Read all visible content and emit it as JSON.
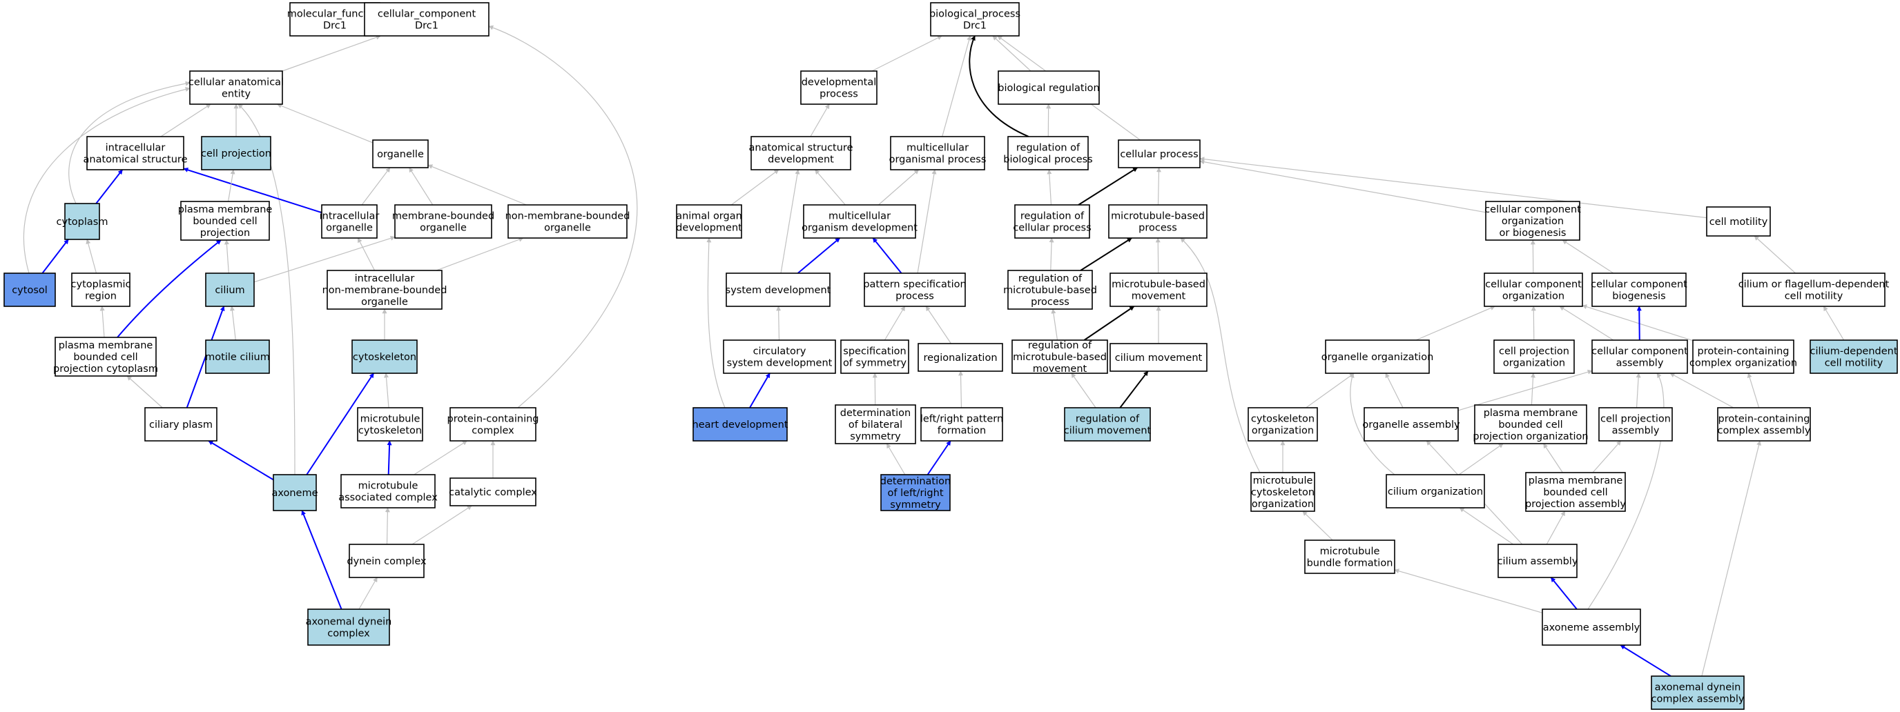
{
  "palette": {
    "default_fill": "#ffffff",
    "light_blue": "#add8e6",
    "blue": "#6495ed",
    "edge_grey": "#c0c0c0",
    "edge_blue": "#0000ff",
    "edge_black": "#000000"
  },
  "nodes": [
    {
      "id": "mf",
      "lines": [
        "molecular_function",
        "Drc1"
      ],
      "fill": "white"
    },
    {
      "id": "cc",
      "lines": [
        "cellular_component",
        "Drc1"
      ],
      "fill": "white"
    },
    {
      "id": "bp",
      "lines": [
        "biological_process",
        "Drc1"
      ],
      "fill": "white"
    },
    {
      "id": "cae",
      "lines": [
        "cellular anatomical",
        "entity"
      ],
      "fill": "white"
    },
    {
      "id": "ias",
      "lines": [
        "intracellular",
        "anatomical structure"
      ],
      "fill": "white"
    },
    {
      "id": "cproj",
      "lines": [
        "cell projection"
      ],
      "fill": "light_blue"
    },
    {
      "id": "organelle",
      "lines": [
        "organelle"
      ],
      "fill": "white"
    },
    {
      "id": "cytoplasm",
      "lines": [
        "cytoplasm"
      ],
      "fill": "light_blue"
    },
    {
      "id": "pmbcp",
      "lines": [
        "plasma membrane",
        "bounded cell",
        "projection"
      ],
      "fill": "white"
    },
    {
      "id": "intorg",
      "lines": [
        "intracellular",
        "organelle"
      ],
      "fill": "white"
    },
    {
      "id": "mbo",
      "lines": [
        "membrane-bounded",
        "organelle"
      ],
      "fill": "white"
    },
    {
      "id": "nmbo",
      "lines": [
        "non-membrane-bounded",
        "organelle"
      ],
      "fill": "white"
    },
    {
      "id": "cytosol",
      "lines": [
        "cytosol"
      ],
      "fill": "blue"
    },
    {
      "id": "cytreg",
      "lines": [
        "cytoplasmic",
        "region"
      ],
      "fill": "white"
    },
    {
      "id": "cilium",
      "lines": [
        "cilium"
      ],
      "fill": "light_blue"
    },
    {
      "id": "inmbo",
      "lines": [
        "intracellular",
        "non-membrane-bounded",
        "organelle"
      ],
      "fill": "white"
    },
    {
      "id": "pmbcpc",
      "lines": [
        "plasma membrane",
        "bounded cell",
        "projection cytoplasm"
      ],
      "fill": "white"
    },
    {
      "id": "motcil",
      "lines": [
        "motile cilium"
      ],
      "fill": "light_blue"
    },
    {
      "id": "cytosk",
      "lines": [
        "cytoskeleton"
      ],
      "fill": "light_blue"
    },
    {
      "id": "cilplasm",
      "lines": [
        "ciliary plasm"
      ],
      "fill": "white"
    },
    {
      "id": "mtcsk",
      "lines": [
        "microtubule",
        "cytoskeleton"
      ],
      "fill": "white"
    },
    {
      "id": "pcc",
      "lines": [
        "protein-containing",
        "complex"
      ],
      "fill": "white"
    },
    {
      "id": "axoneme",
      "lines": [
        "axoneme"
      ],
      "fill": "light_blue"
    },
    {
      "id": "mac",
      "lines": [
        "microtubule",
        "associated complex"
      ],
      "fill": "white"
    },
    {
      "id": "catc",
      "lines": [
        "catalytic complex"
      ],
      "fill": "white"
    },
    {
      "id": "dync",
      "lines": [
        "dynein complex"
      ],
      "fill": "white"
    },
    {
      "id": "adc",
      "lines": [
        "axonemal dynein",
        "complex"
      ],
      "fill": "light_blue"
    },
    {
      "id": "devp",
      "lines": [
        "developmental",
        "process"
      ],
      "fill": "white"
    },
    {
      "id": "bioreg",
      "lines": [
        "biological regulation"
      ],
      "fill": "white"
    },
    {
      "id": "asd",
      "lines": [
        "anatomical structure",
        "development"
      ],
      "fill": "white"
    },
    {
      "id": "mop",
      "lines": [
        "multicellular",
        "organismal process"
      ],
      "fill": "white"
    },
    {
      "id": "rbp",
      "lines": [
        "regulation of",
        "biological process"
      ],
      "fill": "white"
    },
    {
      "id": "cellp",
      "lines": [
        "cellular process"
      ],
      "fill": "white"
    },
    {
      "id": "aod",
      "lines": [
        "animal organ",
        "development"
      ],
      "fill": "white"
    },
    {
      "id": "mod",
      "lines": [
        "multicellular",
        "organism development"
      ],
      "fill": "white"
    },
    {
      "id": "rcp",
      "lines": [
        "regulation of",
        "cellular process"
      ],
      "fill": "white"
    },
    {
      "id": "mbp",
      "lines": [
        "microtubule-based",
        "process"
      ],
      "fill": "white"
    },
    {
      "id": "ccob",
      "lines": [
        "cellular component",
        "organization",
        "or biogenesis"
      ],
      "fill": "white"
    },
    {
      "id": "cmot",
      "lines": [
        "cell motility"
      ],
      "fill": "white"
    },
    {
      "id": "sysdev",
      "lines": [
        "system development"
      ],
      "fill": "white"
    },
    {
      "id": "psp",
      "lines": [
        "pattern specification",
        "process"
      ],
      "fill": "white"
    },
    {
      "id": "rmbp",
      "lines": [
        "regulation of",
        "microtubule-based",
        "process"
      ],
      "fill": "white"
    },
    {
      "id": "mbm",
      "lines": [
        "microtubule-based",
        "movement"
      ],
      "fill": "white"
    },
    {
      "id": "cco",
      "lines": [
        "cellular component",
        "organization"
      ],
      "fill": "white"
    },
    {
      "id": "ccb",
      "lines": [
        "cellular component",
        "biogenesis"
      ],
      "fill": "white"
    },
    {
      "id": "cfdcm",
      "lines": [
        "cilium or flagellum-dependent",
        "cell motility"
      ],
      "fill": "white"
    },
    {
      "id": "csd",
      "lines": [
        "circulatory",
        "system development"
      ],
      "fill": "white"
    },
    {
      "id": "specsym",
      "lines": [
        "specification",
        "of symmetry"
      ],
      "fill": "white"
    },
    {
      "id": "regionalization",
      "lines": [
        "regionalization"
      ],
      "fill": "white"
    },
    {
      "id": "rmbm",
      "lines": [
        "regulation of",
        "microtubule-based",
        "movement"
      ],
      "fill": "white"
    },
    {
      "id": "cilmov",
      "lines": [
        "cilium movement"
      ],
      "fill": "white"
    },
    {
      "id": "orgorg",
      "lines": [
        "organelle organization"
      ],
      "fill": "white"
    },
    {
      "id": "cpo",
      "lines": [
        "cell projection",
        "organization"
      ],
      "fill": "white"
    },
    {
      "id": "cca",
      "lines": [
        "cellular component",
        "assembly"
      ],
      "fill": "white"
    },
    {
      "id": "pcco",
      "lines": [
        "protein-containing",
        "complex organization"
      ],
      "fill": "white"
    },
    {
      "id": "cdcm",
      "lines": [
        "cilium-dependent",
        "cell motility"
      ],
      "fill": "light_blue"
    },
    {
      "id": "heartdev",
      "lines": [
        "heart development"
      ],
      "fill": "blue"
    },
    {
      "id": "dbs",
      "lines": [
        "determination",
        "of bilateral",
        "symmetry"
      ],
      "fill": "white"
    },
    {
      "id": "lrpf",
      "lines": [
        "left/right pattern",
        "formation"
      ],
      "fill": "white"
    },
    {
      "id": "rcm",
      "lines": [
        "regulation of",
        "cilium movement"
      ],
      "fill": "light_blue"
    },
    {
      "id": "cskorg",
      "lines": [
        "cytoskeleton",
        "organization"
      ],
      "fill": "white"
    },
    {
      "id": "orgasm",
      "lines": [
        "organelle assembly"
      ],
      "fill": "white"
    },
    {
      "id": "pmbcpo",
      "lines": [
        "plasma membrane",
        "bounded cell",
        "projection organization"
      ],
      "fill": "white"
    },
    {
      "id": "cpa",
      "lines": [
        "cell projection",
        "assembly"
      ],
      "fill": "white"
    },
    {
      "id": "pcca",
      "lines": [
        "protein-containing",
        "complex assembly"
      ],
      "fill": "white"
    },
    {
      "id": "dlrs",
      "lines": [
        "determination",
        "of left/right",
        "symmetry"
      ],
      "fill": "blue"
    },
    {
      "id": "mtcsko",
      "lines": [
        "microtubule",
        "cytoskeleton",
        "organization"
      ],
      "fill": "white"
    },
    {
      "id": "cilorg",
      "lines": [
        "cilium organization"
      ],
      "fill": "white"
    },
    {
      "id": "pmbcpa",
      "lines": [
        "plasma membrane",
        "bounded cell",
        "projection assembly"
      ],
      "fill": "white"
    },
    {
      "id": "mbf",
      "lines": [
        "microtubule",
        "bundle formation"
      ],
      "fill": "white"
    },
    {
      "id": "cilasm",
      "lines": [
        "cilium assembly"
      ],
      "fill": "white"
    },
    {
      "id": "axasm",
      "lines": [
        "axoneme assembly"
      ],
      "fill": "white"
    },
    {
      "id": "adca",
      "lines": [
        "axonemal dynein",
        "complex assembly"
      ],
      "fill": "light_blue"
    }
  ],
  "edges": [
    {
      "from": "cae",
      "to": "cc",
      "color": "grey"
    },
    {
      "from": "pcc",
      "to": "cc",
      "color": "grey"
    },
    {
      "from": "ias",
      "to": "cae",
      "color": "grey"
    },
    {
      "from": "cproj",
      "to": "cae",
      "color": "grey"
    },
    {
      "from": "organelle",
      "to": "cae",
      "color": "grey"
    },
    {
      "from": "cytoplasm",
      "to": "cae",
      "color": "grey"
    },
    {
      "from": "cytosol",
      "to": "cae",
      "color": "grey"
    },
    {
      "from": "axoneme",
      "to": "cae",
      "color": "grey"
    },
    {
      "from": "cytoplasm",
      "to": "ias",
      "color": "blue"
    },
    {
      "from": "intorg",
      "to": "ias",
      "color": "blue"
    },
    {
      "from": "pmbcp",
      "to": "cproj",
      "color": "grey"
    },
    {
      "from": "intorg",
      "to": "organelle",
      "color": "grey"
    },
    {
      "from": "mbo",
      "to": "organelle",
      "color": "grey"
    },
    {
      "from": "nmbo",
      "to": "organelle",
      "color": "grey"
    },
    {
      "from": "cytosol",
      "to": "cytoplasm",
      "color": "blue"
    },
    {
      "from": "cytreg",
      "to": "cytoplasm",
      "color": "grey"
    },
    {
      "from": "cilium",
      "to": "pmbcp",
      "color": "grey"
    },
    {
      "from": "pmbcpc",
      "to": "pmbcp",
      "color": "blue"
    },
    {
      "from": "cilium",
      "to": "mbo",
      "color": "grey"
    },
    {
      "from": "inmbo",
      "to": "intorg",
      "color": "grey"
    },
    {
      "from": "inmbo",
      "to": "nmbo",
      "color": "grey"
    },
    {
      "from": "pmbcpc",
      "to": "cytreg",
      "color": "grey"
    },
    {
      "from": "motcil",
      "to": "cilium",
      "color": "grey"
    },
    {
      "from": "cilplasm",
      "to": "cilium",
      "color": "blue"
    },
    {
      "from": "cytosk",
      "to": "inmbo",
      "color": "grey"
    },
    {
      "from": "cilplasm",
      "to": "pmbcpc",
      "color": "grey"
    },
    {
      "from": "axoneme",
      "to": "cilplasm",
      "color": "blue"
    },
    {
      "from": "mtcsk",
      "to": "cytosk",
      "color": "grey"
    },
    {
      "from": "axoneme",
      "to": "cytosk",
      "color": "blue"
    },
    {
      "from": "mac",
      "to": "mtcsk",
      "color": "blue"
    },
    {
      "from": "mac",
      "to": "pcc",
      "color": "grey"
    },
    {
      "from": "catc",
      "to": "pcc",
      "color": "grey"
    },
    {
      "from": "dync",
      "to": "mac",
      "color": "grey"
    },
    {
      "from": "dync",
      "to": "catc",
      "color": "grey"
    },
    {
      "from": "adc",
      "to": "axoneme",
      "color": "blue"
    },
    {
      "from": "adc",
      "to": "dync",
      "color": "grey"
    },
    {
      "from": "devp",
      "to": "bp",
      "color": "grey"
    },
    {
      "from": "mop",
      "to": "bp",
      "color": "grey"
    },
    {
      "from": "bioreg",
      "to": "bp",
      "color": "grey"
    },
    {
      "from": "rbp",
      "to": "bp",
      "color": "black"
    },
    {
      "from": "cellp",
      "to": "bp",
      "color": "grey"
    },
    {
      "from": "asd",
      "to": "devp",
      "color": "grey"
    },
    {
      "from": "rbp",
      "to": "bioreg",
      "color": "grey"
    },
    {
      "from": "aod",
      "to": "asd",
      "color": "grey"
    },
    {
      "from": "mod",
      "to": "asd",
      "color": "grey"
    },
    {
      "from": "sysdev",
      "to": "asd",
      "color": "grey"
    },
    {
      "from": "mod",
      "to": "mop",
      "color": "grey"
    },
    {
      "from": "psp",
      "to": "mop",
      "color": "grey"
    },
    {
      "from": "rcp",
      "to": "rbp",
      "color": "grey"
    },
    {
      "from": "rcp",
      "to": "cellp",
      "color": "black"
    },
    {
      "from": "mbp",
      "to": "cellp",
      "color": "grey"
    },
    {
      "from": "ccob",
      "to": "cellp",
      "color": "grey"
    },
    {
      "from": "cmot",
      "to": "cellp",
      "color": "grey"
    },
    {
      "from": "heartdev",
      "to": "aod",
      "color": "grey"
    },
    {
      "from": "sysdev",
      "to": "mod",
      "color": "blue"
    },
    {
      "from": "psp",
      "to": "mod",
      "color": "blue"
    },
    {
      "from": "rmbp",
      "to": "rcp",
      "color": "grey"
    },
    {
      "from": "rmbp",
      "to": "mbp",
      "color": "black"
    },
    {
      "from": "mbm",
      "to": "mbp",
      "color": "grey"
    },
    {
      "from": "mtcsko",
      "to": "mbp",
      "color": "grey"
    },
    {
      "from": "cco",
      "to": "ccob",
      "color": "grey"
    },
    {
      "from": "ccb",
      "to": "ccob",
      "color": "grey"
    },
    {
      "from": "cfdcm",
      "to": "cmot",
      "color": "grey"
    },
    {
      "from": "csd",
      "to": "sysdev",
      "color": "grey"
    },
    {
      "from": "specsym",
      "to": "psp",
      "color": "grey"
    },
    {
      "from": "regionalization",
      "to": "psp",
      "color": "grey"
    },
    {
      "from": "rmbm",
      "to": "rmbp",
      "color": "grey"
    },
    {
      "from": "rmbm",
      "to": "mbm",
      "color": "black"
    },
    {
      "from": "cilmov",
      "to": "mbm",
      "color": "grey"
    },
    {
      "from": "orgorg",
      "to": "cco",
      "color": "grey"
    },
    {
      "from": "cpo",
      "to": "cco",
      "color": "grey"
    },
    {
      "from": "cca",
      "to": "cco",
      "color": "grey"
    },
    {
      "from": "pcco",
      "to": "cco",
      "color": "grey"
    },
    {
      "from": "cca",
      "to": "ccb",
      "color": "blue"
    },
    {
      "from": "cdcm",
      "to": "cfdcm",
      "color": "grey"
    },
    {
      "from": "heartdev",
      "to": "csd",
      "color": "blue"
    },
    {
      "from": "dbs",
      "to": "specsym",
      "color": "grey"
    },
    {
      "from": "lrpf",
      "to": "regionalization",
      "color": "grey"
    },
    {
      "from": "rcm",
      "to": "rmbm",
      "color": "grey"
    },
    {
      "from": "rcm",
      "to": "cilmov",
      "color": "black"
    },
    {
      "from": "cskorg",
      "to": "orgorg",
      "color": "grey"
    },
    {
      "from": "orgasm",
      "to": "orgorg",
      "color": "grey"
    },
    {
      "from": "cilorg",
      "to": "orgorg",
      "color": "grey"
    },
    {
      "from": "pmbcpo",
      "to": "cpo",
      "color": "grey"
    },
    {
      "from": "orgasm",
      "to": "cca",
      "color": "grey"
    },
    {
      "from": "cpa",
      "to": "cca",
      "color": "grey"
    },
    {
      "from": "pcca",
      "to": "cca",
      "color": "grey"
    },
    {
      "from": "axasm",
      "to": "cca",
      "color": "grey"
    },
    {
      "from": "pcca",
      "to": "pcco",
      "color": "grey"
    },
    {
      "from": "dlrs",
      "to": "dbs",
      "color": "grey"
    },
    {
      "from": "dlrs",
      "to": "lrpf",
      "color": "blue"
    },
    {
      "from": "mtcsko",
      "to": "cskorg",
      "color": "grey"
    },
    {
      "from": "cilasm",
      "to": "orgasm",
      "color": "grey"
    },
    {
      "from": "cilorg",
      "to": "pmbcpo",
      "color": "grey"
    },
    {
      "from": "pmbcpa",
      "to": "pmbcpo",
      "color": "grey"
    },
    {
      "from": "pmbcpa",
      "to": "cpa",
      "color": "grey"
    },
    {
      "from": "adca",
      "to": "pcca",
      "color": "grey"
    },
    {
      "from": "mbf",
      "to": "mtcsko",
      "color": "grey"
    },
    {
      "from": "cilasm",
      "to": "cilorg",
      "color": "grey"
    },
    {
      "from": "cilasm",
      "to": "pmbcpa",
      "color": "grey"
    },
    {
      "from": "axasm",
      "to": "mbf",
      "color": "grey"
    },
    {
      "from": "axasm",
      "to": "cilasm",
      "color": "blue"
    },
    {
      "from": "adca",
      "to": "axasm",
      "color": "blue"
    }
  ]
}
